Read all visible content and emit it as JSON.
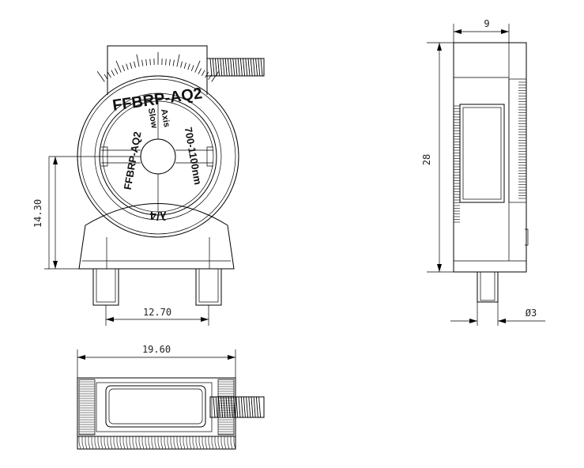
{
  "front_view": {
    "ring_label": "FFBRP-AQ2",
    "inner_label": "FFBRP-AQ2",
    "slow_axis_line1": "Slow",
    "slow_axis_line2": "Axis",
    "wavelength": "700-1100nm",
    "retardance": "λ/4"
  },
  "dimensions": {
    "height_to_center": "14.30",
    "post_spacing": "12.70",
    "side_width": "9",
    "side_height": "28",
    "post_diameter": "Ø3",
    "top_width": "19.60"
  },
  "colors": {
    "line": "#000000",
    "background": "#ffffff"
  }
}
